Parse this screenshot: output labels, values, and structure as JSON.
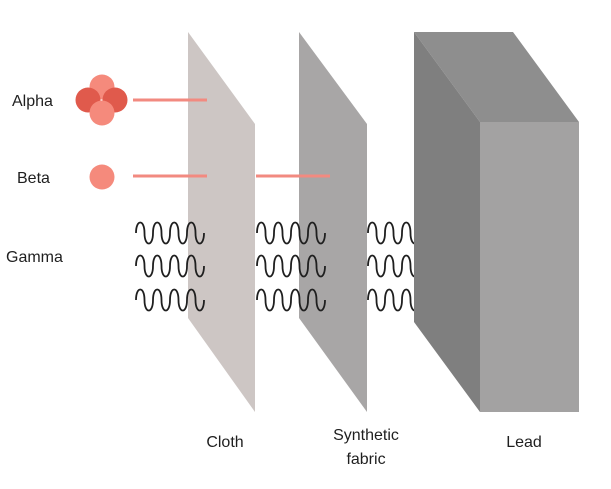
{
  "radiation_types": [
    {
      "key": "alpha",
      "label": "Alpha",
      "color": "#f07868"
    },
    {
      "key": "beta",
      "label": "Beta",
      "color": "#f07868"
    },
    {
      "key": "gamma",
      "label": "Gamma",
      "color": "#1f1f1f"
    }
  ],
  "barriers": [
    {
      "key": "cloth",
      "label_lines": [
        "Cloth"
      ]
    },
    {
      "key": "synthetic",
      "label_lines": [
        "Synthetic",
        "fabric"
      ]
    },
    {
      "key": "lead",
      "label_lines": [
        "Lead"
      ]
    }
  ],
  "colors": {
    "alpha_particle_dark": "#e05a4c",
    "alpha_particle_light": "#f58a7c",
    "beam": "#f28a80",
    "cloth": "#cdc6c4",
    "synthetic": "#a8a6a6",
    "lead_front": "#a3a2a2",
    "lead_side": "#7f7f7f",
    "lead_top": "#8e8e8e",
    "wave": "#1f1f1f"
  }
}
